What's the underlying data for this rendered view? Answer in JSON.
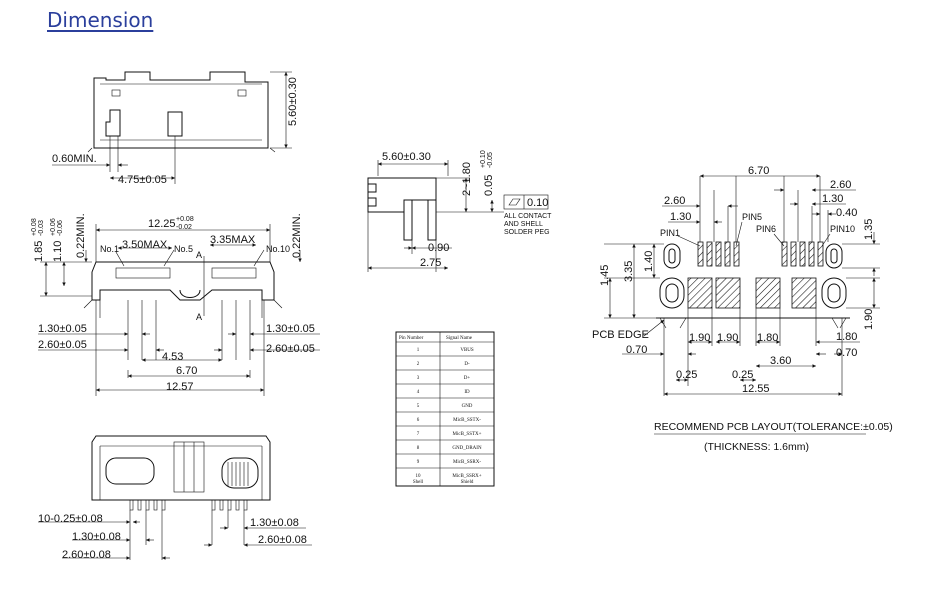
{
  "heading": "Dimension",
  "side_view": {
    "height": "5.60±0.30",
    "min_gap": "0.60MIN.",
    "pitch": "4.75±0.05"
  },
  "front_view": {
    "width_top": "12.25",
    "width_top_tol_plus": "+0.08",
    "width_top_tol_minus": "-0.02",
    "h1": "1.85",
    "h1_tol_plus": "+0.08",
    "h1_tol_minus": "-0.03",
    "h2": "1.10",
    "h2_tol_plus": "+0.06",
    "h2_tol_minus": "-0.06",
    "min_left": "0.22MIN.",
    "min_right": "0.22MIN.",
    "max_left": "3.50MAX",
    "max_right": "3.35MAX",
    "no1": "No.1",
    "no5": "No.5",
    "no10": "No.10",
    "mark_a_top": "A",
    "mark_a_bottom": "A",
    "d_left_1": "1.30±0.05",
    "d_left_2": "2.60±0.05",
    "d_right_1": "1.30±0.05",
    "d_right_2": "2.60±0.05",
    "d_453": "4.53",
    "d_670": "6.70",
    "d_1257": "12.57"
  },
  "bottom_view": {
    "d1": "10-0.25±0.08",
    "d2": "1.30±0.08",
    "d3": "2.60±0.08",
    "d4": "1.30±0.08",
    "d5": "2.60±0.08"
  },
  "profile_view": {
    "top": "5.60±0.30",
    "h_range": "2~1.80",
    "h_small": "0.05",
    "h_small_tol_plus": "+0.10",
    "h_small_tol_minus": "-0.05",
    "flatness": "0.10",
    "note_lines": [
      "ALL CONTACT",
      "AND SHELL",
      "SOLDER PEG"
    ],
    "d_090": "0.90",
    "d_275": "2.75"
  },
  "pin_table": {
    "headers": [
      "Pin Number",
      "Signal Name"
    ],
    "rows": [
      [
        "1",
        "VBUS"
      ],
      [
        "2",
        "D-"
      ],
      [
        "3",
        "D+"
      ],
      [
        "4",
        "ID"
      ],
      [
        "5",
        "GND"
      ],
      [
        "6",
        "MicB_SSTX-"
      ],
      [
        "7",
        "MicB_SSTX+"
      ],
      [
        "8",
        "GND_DRAIN"
      ],
      [
        "9",
        "MicB_SSRX-"
      ],
      [
        "10",
        "MicB_SSRX+"
      ],
      [
        "Shell",
        "Shield"
      ]
    ]
  },
  "pcb_layout": {
    "d_670": "6.70",
    "d_260_left": "2.60",
    "d_260_right": "2.60",
    "d_130_left": "1.30",
    "d_130_right": "1.30",
    "d_040": "0.40",
    "d_135": "1.35",
    "d_145": "1.45",
    "d_335": "3.35",
    "d_140": "1.40",
    "pin1": "PIN1",
    "pin5": "PIN5",
    "pin6": "PIN6",
    "pin10": "PIN10",
    "pcb_edge": "PCB EDGE",
    "d_190_a": "1.90",
    "d_190_b": "1.90",
    "d_180_a": "1.80",
    "d_180_b": "1.80",
    "d_190_right": "1.90",
    "d_070_left": "0.70",
    "d_070_right": "0.70",
    "d_360": "3.60",
    "d_025_a": "0.25",
    "d_025_b": "0.25",
    "d_1255": "12.55",
    "caption": "RECOMMEND PCB LAYOUT(TOLERANCE:±0.05)",
    "thickness": "(THICKNESS: 1.6mm)"
  }
}
